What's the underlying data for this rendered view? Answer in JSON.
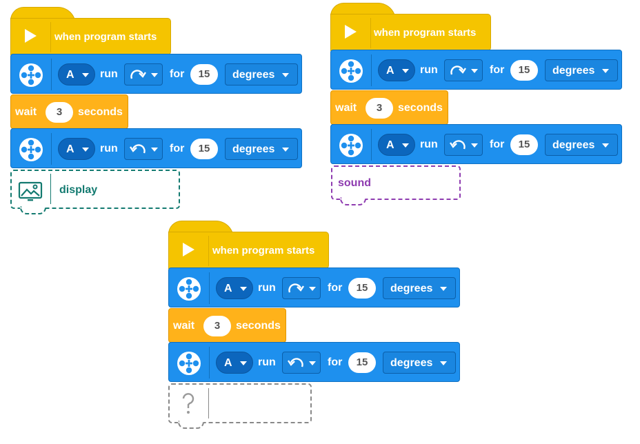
{
  "stacks": [
    {
      "hat_label": "when program starts",
      "motor1": {
        "port": "A",
        "run": "run",
        "for": "for",
        "value": "15",
        "unit": "degrees",
        "direction": "clockwise"
      },
      "wait": {
        "label": "wait",
        "value": "3",
        "unit": "seconds"
      },
      "motor2": {
        "port": "A",
        "run": "run",
        "for": "for",
        "value": "15",
        "unit": "degrees",
        "direction": "counterclockwise"
      },
      "slot": {
        "label": "display",
        "icon": "display-image-icon",
        "color": "#137a70"
      }
    },
    {
      "hat_label": "when program starts",
      "motor1": {
        "port": "A",
        "run": "run",
        "for": "for",
        "value": "15",
        "unit": "degrees",
        "direction": "clockwise"
      },
      "wait": {
        "label": "wait",
        "value": "3",
        "unit": "seconds"
      },
      "motor2": {
        "port": "A",
        "run": "run",
        "for": "for",
        "value": "15",
        "unit": "degrees",
        "direction": "counterclockwise"
      },
      "slot": {
        "label": "sound",
        "icon": "",
        "color": "#8e3bb0"
      }
    },
    {
      "hat_label": "when program starts",
      "motor1": {
        "port": "A",
        "run": "run",
        "for": "for",
        "value": "15",
        "unit": "degrees",
        "direction": "clockwise"
      },
      "wait": {
        "label": "wait",
        "value": "3",
        "unit": "seconds"
      },
      "motor2": {
        "port": "A",
        "run": "run",
        "for": "for",
        "value": "15",
        "unit": "degrees",
        "direction": "counterclockwise"
      },
      "slot": {
        "label": "",
        "icon": "question-icon",
        "color": "#888888"
      }
    }
  ],
  "colors": {
    "event_yellow": "#f5c400",
    "motor_blue": "#1e90ee",
    "control_orange": "#ffb21a"
  }
}
